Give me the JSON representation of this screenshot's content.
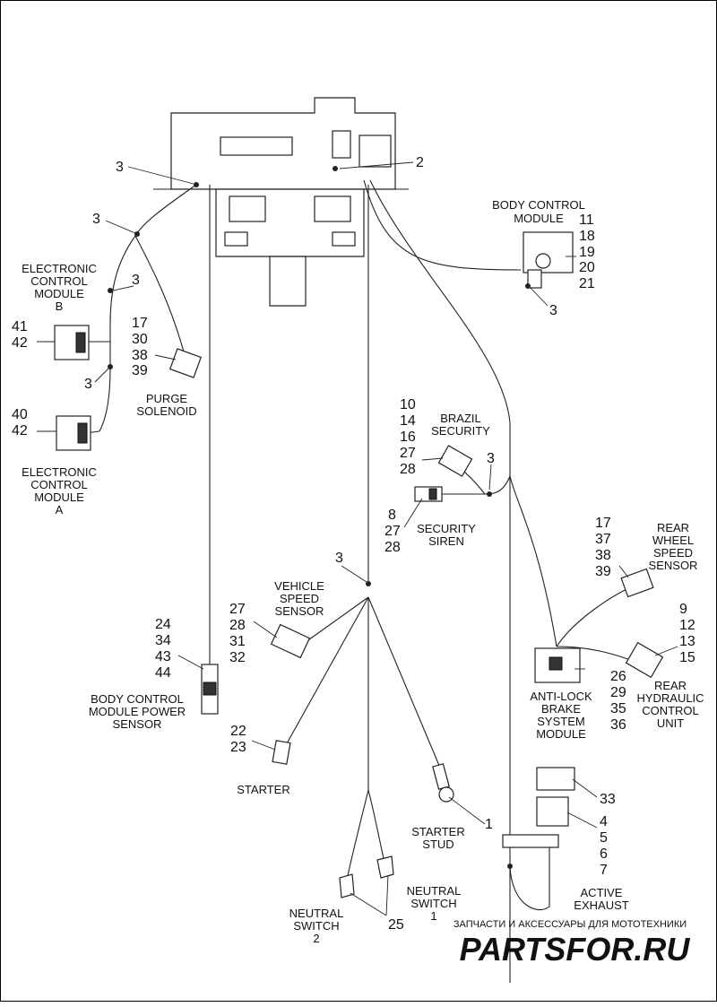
{
  "components": {
    "body_control_module": {
      "label": [
        "BODY CONTROL",
        "MODULE"
      ],
      "refs": [
        "11",
        "18",
        "19",
        "20",
        "21"
      ]
    },
    "ecm_b": {
      "label": [
        "ELECTRONIC",
        "CONTROL",
        "MODULE",
        "B"
      ],
      "refs": [
        "41",
        "42"
      ]
    },
    "ecm_a": {
      "label": [
        "ELECTRONIC",
        "CONTROL",
        "MODULE",
        "A"
      ],
      "refs": [
        "40",
        "42"
      ]
    },
    "purge_solenoid": {
      "label": [
        "PURGE",
        "SOLENOID"
      ],
      "refs": [
        "17",
        "30",
        "38",
        "39"
      ]
    },
    "brazil_security": {
      "label": [
        "BRAZIL",
        "SECURITY"
      ],
      "refs": [
        "10",
        "14",
        "16",
        "27",
        "28"
      ]
    },
    "security_siren": {
      "label": [
        "SECURITY",
        "SIREN"
      ],
      "refs": [
        "8",
        "27",
        "28"
      ]
    },
    "rear_wheel_speed_sensor": {
      "label": [
        "REAR",
        "WHEEL",
        "SPEED",
        "SENSOR"
      ],
      "refs": [
        "17",
        "37",
        "38",
        "39"
      ]
    },
    "rear_hydraulic_control_unit": {
      "label": [
        "REAR",
        "HYDRAULIC",
        "CONTROL",
        "UNIT"
      ],
      "refs": [
        "9",
        "12",
        "13",
        "15"
      ]
    },
    "abs_module": {
      "label": [
        "ANTI-LOCK",
        "BRAKE",
        "SYSTEM",
        "MODULE"
      ],
      "refs": [
        "26",
        "29",
        "35",
        "36"
      ]
    },
    "vehicle_speed_sensor": {
      "label": [
        "VEHICLE",
        "SPEED",
        "SENSOR"
      ],
      "refs": [
        "27",
        "28",
        "31",
        "32"
      ]
    },
    "bcm_power_sensor": {
      "label": [
        "BODY CONTROL",
        "MODULE POWER",
        "SENSOR"
      ],
      "refs": [
        "24",
        "34",
        "43",
        "44"
      ]
    },
    "starter": {
      "label": [
        "STARTER"
      ],
      "refs": [
        "22",
        "23"
      ]
    },
    "starter_stud": {
      "label": [
        "STARTER",
        "STUD"
      ],
      "refs": [
        "1"
      ]
    },
    "neutral_switch_1": {
      "label": [
        "NEUTRAL",
        "SWITCH",
        "1"
      ],
      "refs": []
    },
    "neutral_switch_2": {
      "label": [
        "NEUTRAL",
        "SWITCH",
        "2"
      ],
      "refs": [
        "25"
      ]
    },
    "active_exhaust": {
      "label": [
        "ACTIVE",
        "EXHAUST"
      ],
      "refs": [
        "33",
        "4",
        "5",
        "6",
        "7"
      ]
    }
  },
  "callouts": [
    "3",
    "2",
    "3",
    "3",
    "3",
    "3",
    "3",
    "3"
  ],
  "watermark": {
    "caption": "ЗАПЧАСТИ И АКСЕССУАРЫ ДЛЯ МОТОТЕХНИКИ",
    "logo": "PARTSFOR.RU",
    "color": "#e8aaaa"
  }
}
